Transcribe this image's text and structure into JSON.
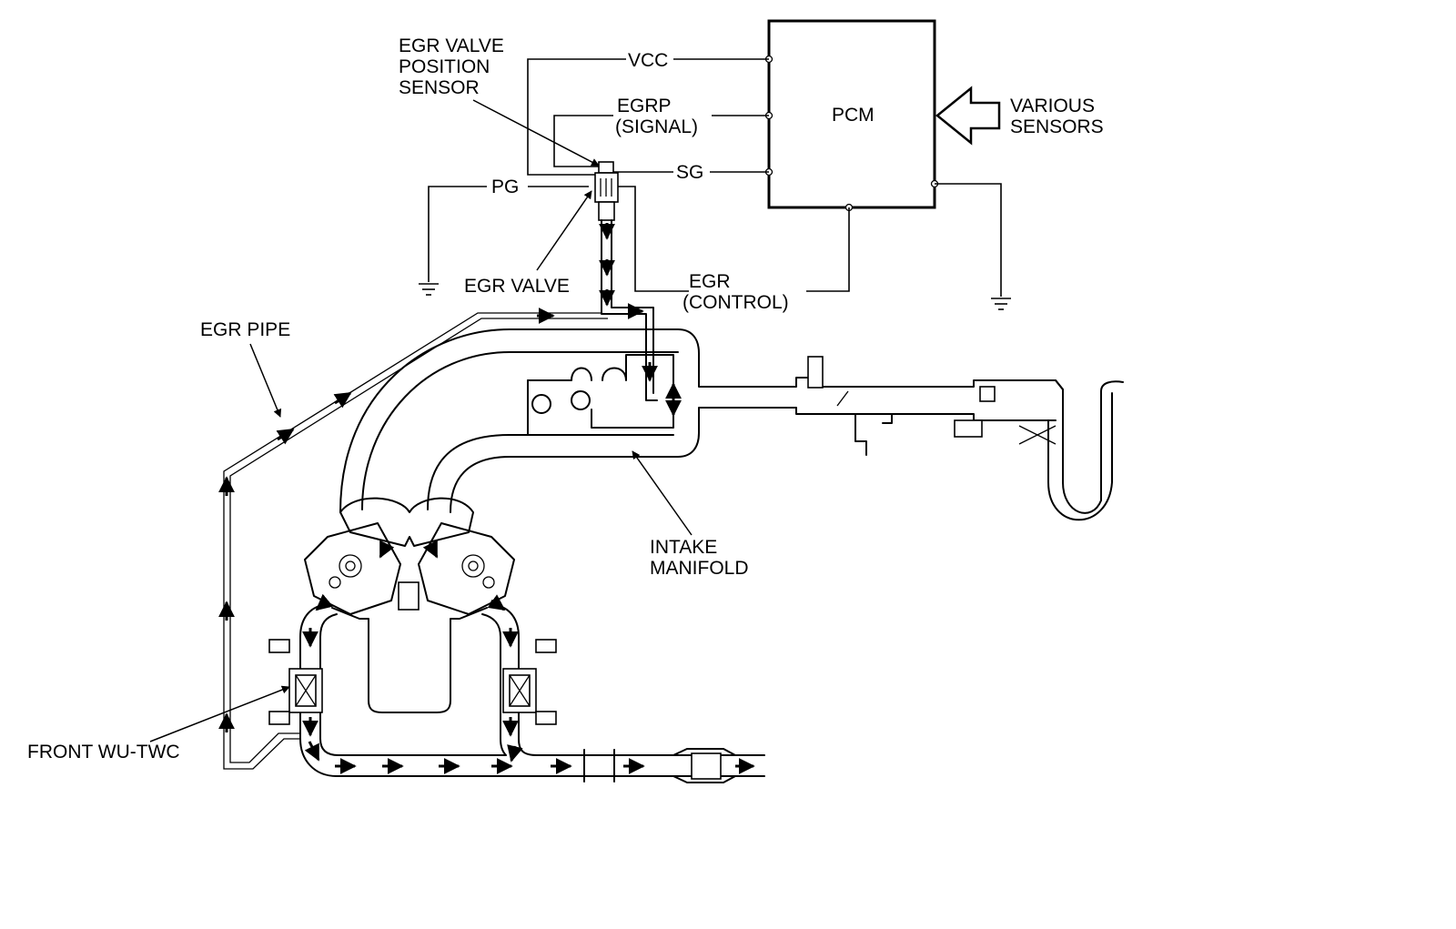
{
  "labels": {
    "egr_valve_position_sensor": [
      "EGR VALVE",
      "POSITION",
      "SENSOR"
    ],
    "vcc": "VCC",
    "egrp": [
      "EGRP",
      "(SIGNAL)"
    ],
    "sg": "SG",
    "pg": "PG",
    "pcm": "PCM",
    "various_sensors": [
      "VARIOUS",
      "SENSORS"
    ],
    "egr_valve": "EGR VALVE",
    "egr_control": [
      "EGR",
      "(CONTROL)"
    ],
    "egr_pipe": "EGR PIPE",
    "intake_manifold": [
      "INTAKE",
      "MANIFOLD"
    ],
    "front_wu_twc": "FRONT WU-TWC"
  },
  "icons": {
    "arrow": "flow-arrow-icon",
    "ground": "ground-icon",
    "big_arrow": "input-arrow-icon"
  },
  "colors": {
    "line": "#000000",
    "background": "#ffffff"
  }
}
